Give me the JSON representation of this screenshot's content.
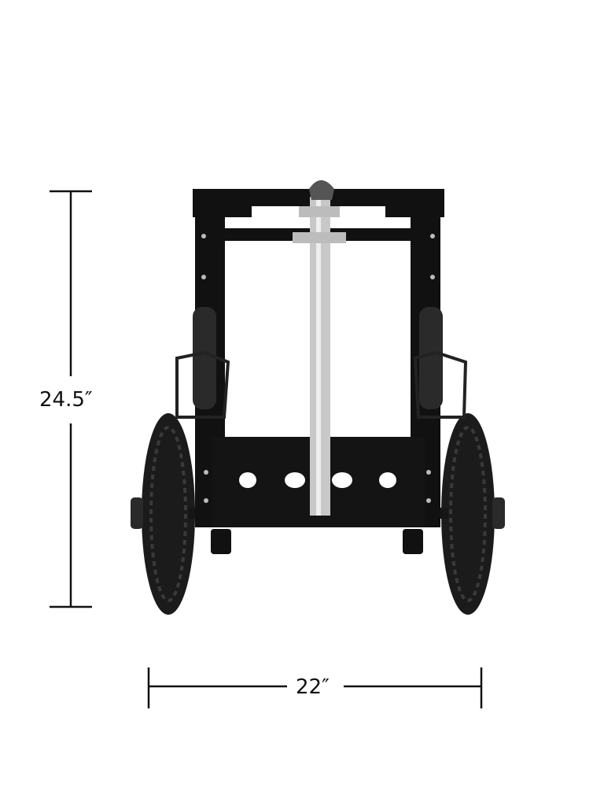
{
  "product": {
    "name": "cart"
  },
  "dimensions": {
    "height_label": "24.5″",
    "width_label": "22″"
  },
  "colors": {
    "frame": "#111111",
    "pole": "#c8c8c8",
    "tire": "#1a1a1a",
    "line": "#111111"
  }
}
